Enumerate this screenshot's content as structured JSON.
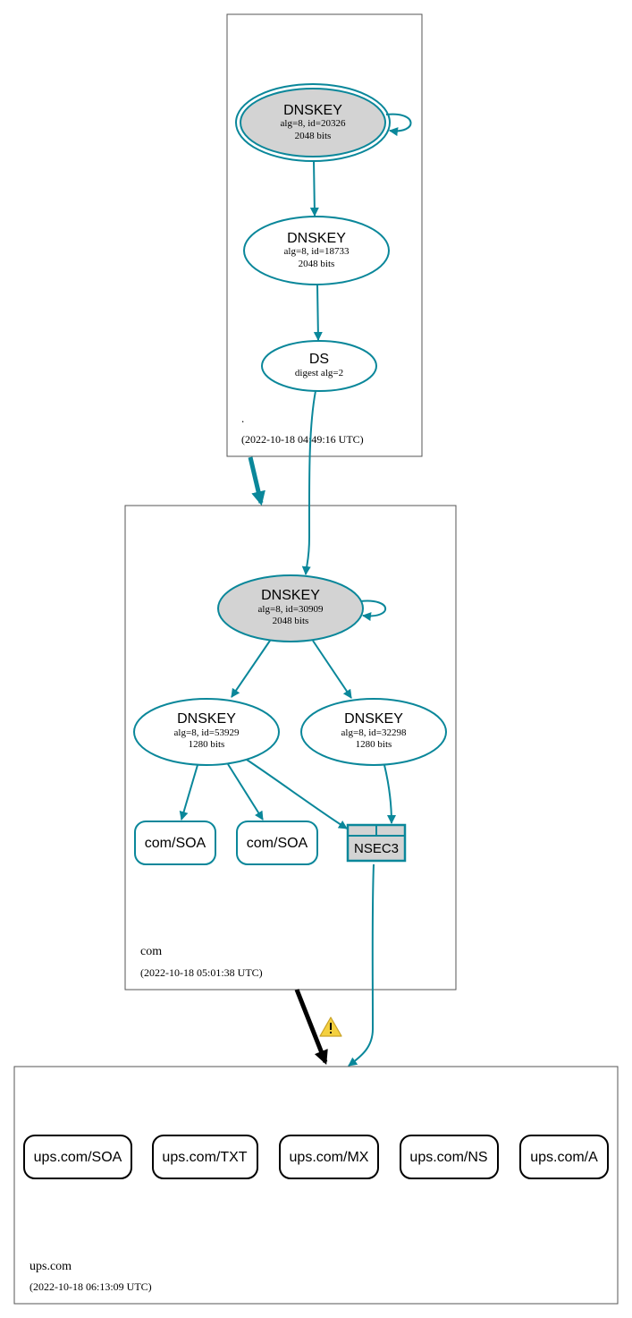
{
  "colors": {
    "accent": "#0a879a",
    "key_fill": "#d3d3d3",
    "delegation_secure": "#0a879a",
    "delegation_insecure": "#000000",
    "warning": "#f4d03f"
  },
  "zones": {
    "root": {
      "name": ".",
      "timestamp": "(2022-10-18 04:49:16 UTC)"
    },
    "com": {
      "name": "com",
      "timestamp": "(2022-10-18 05:01:38 UTC)"
    },
    "ups": {
      "name": "ups.com",
      "timestamp": "(2022-10-18 06:13:09 UTC)"
    }
  },
  "nodes": {
    "root_ksk": {
      "title": "DNSKEY",
      "line1": "alg=8, id=20326",
      "line2": "2048 bits"
    },
    "root_zsk": {
      "title": "DNSKEY",
      "line1": "alg=8, id=18733",
      "line2": "2048 bits"
    },
    "root_ds": {
      "title": "DS",
      "line1": "digest alg=2"
    },
    "com_ksk": {
      "title": "DNSKEY",
      "line1": "alg=8, id=30909",
      "line2": "2048 bits"
    },
    "com_zsk1": {
      "title": "DNSKEY",
      "line1": "alg=8, id=53929",
      "line2": "1280 bits"
    },
    "com_zsk2": {
      "title": "DNSKEY",
      "line1": "alg=8, id=32298",
      "line2": "1280 bits"
    },
    "com_soa1": {
      "label": "com/SOA"
    },
    "com_soa2": {
      "label": "com/SOA"
    },
    "nsec3": {
      "label": "NSEC3"
    }
  },
  "records": [
    {
      "label": "ups.com/SOA"
    },
    {
      "label": "ups.com/TXT"
    },
    {
      "label": "ups.com/MX"
    },
    {
      "label": "ups.com/NS"
    },
    {
      "label": "ups.com/A"
    }
  ],
  "warning_icon": "warning-triangle-icon"
}
